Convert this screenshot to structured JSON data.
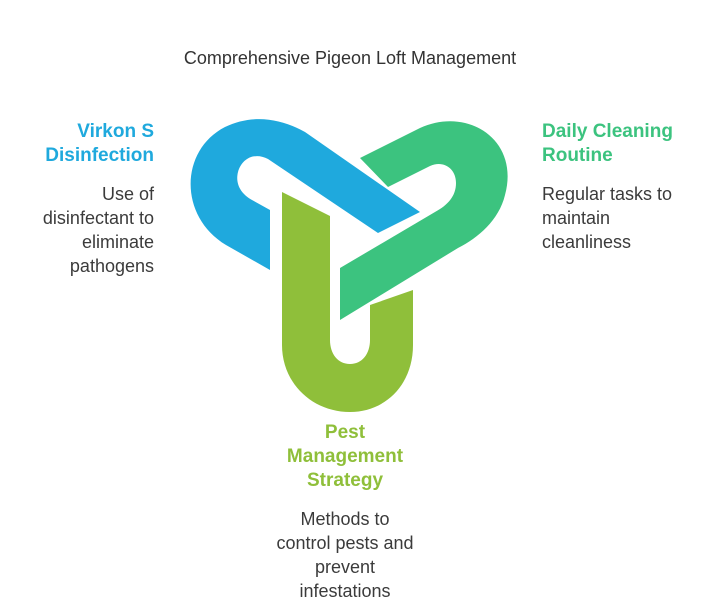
{
  "title": "Comprehensive Pigeon Loft Management",
  "colors": {
    "blue": "#1fa9dd",
    "green": "#3cc37f",
    "olive": "#8fbf3a"
  },
  "items": [
    {
      "heading_lines": [
        "Virkon S",
        "Disinfection"
      ],
      "desc_lines": [
        "Use of",
        "disinfectant to",
        "eliminate",
        "pathogens"
      ]
    },
    {
      "heading_lines": [
        "Daily Cleaning",
        "Routine"
      ],
      "desc_lines": [
        "Regular tasks to",
        "maintain",
        "cleanliness"
      ]
    },
    {
      "heading_lines": [
        "Pest",
        "Management",
        "Strategy"
      ],
      "desc_lines": [
        "Methods to",
        "control pests and",
        "prevent",
        "infestations"
      ]
    }
  ]
}
